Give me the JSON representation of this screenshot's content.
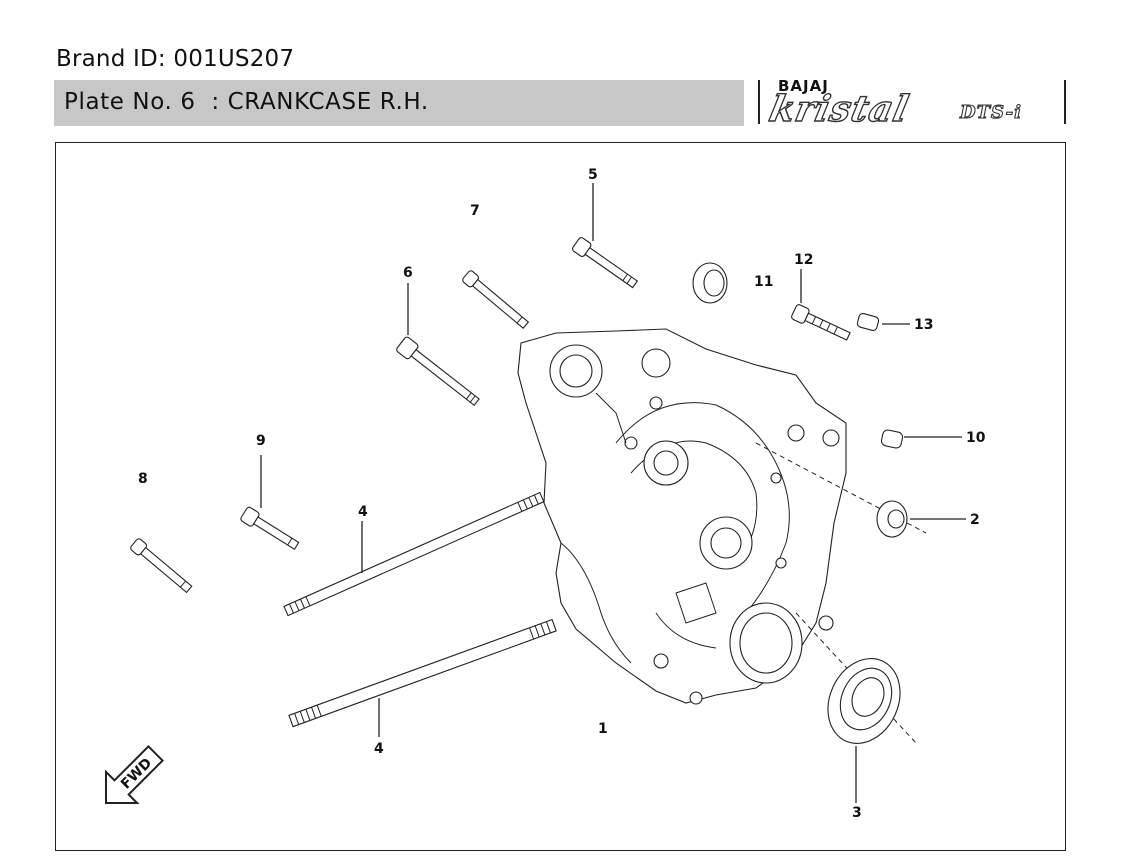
{
  "header": {
    "brand_id": "Brand ID: 001US207",
    "plate_title": "Plate No. 6  : CRANKCASE R.H."
  },
  "logo": {
    "brand": "BAJAJ",
    "model": "kristal",
    "variant": "DTS-i"
  },
  "diagram": {
    "callouts": {
      "p1": "1",
      "p2": "2",
      "p3": "3",
      "p4a": "4",
      "p4b": "4",
      "p5": "5",
      "p6": "6",
      "p7": "7",
      "p8": "8",
      "p9": "9",
      "p10": "10",
      "p11": "11",
      "p12": "12",
      "p13": "13"
    },
    "fwd_label": "FWD"
  },
  "colors": {
    "title_bar": "#c7c7c7",
    "line": "#222222"
  }
}
